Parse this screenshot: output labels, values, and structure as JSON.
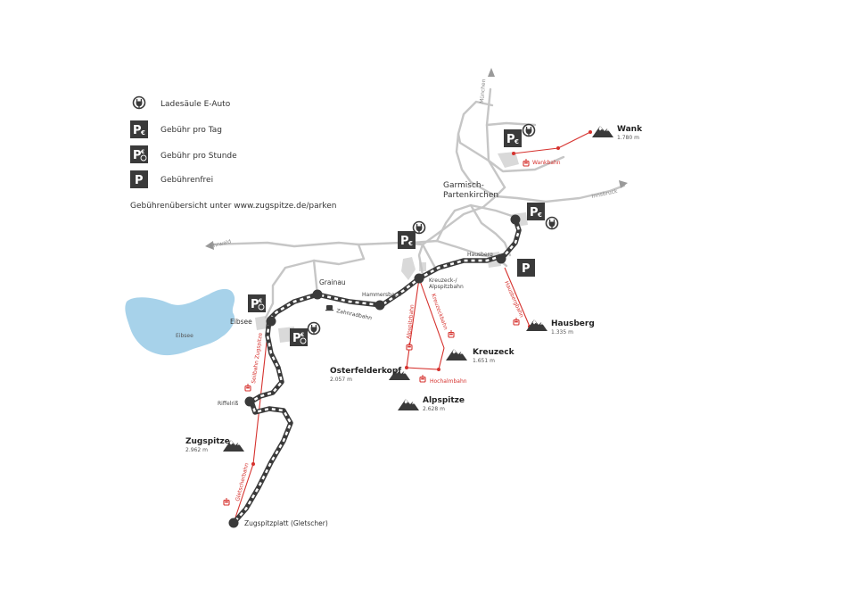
{
  "legend": {
    "charging": "Ladesäule E-Auto",
    "fee_day": "Gebühr pro Tag",
    "fee_hour": "Gebühr pro Stunde",
    "free": "Gebührenfrei",
    "fees_note": "Gebührenübersicht unter www.zugspitze.de/parken"
  },
  "icons": {
    "parking_letter": "P",
    "euro_sign": "€",
    "charging": "plug-icon",
    "clock": "clock-icon",
    "mountain": "mountain-icon",
    "gondola": "gondola-icon"
  },
  "colors": {
    "rail": "#3a3a3a",
    "cable_car": "#d6322e",
    "road": "#c6c6c6",
    "lake": "#a7d2ea",
    "parking": "#3a3a3a",
    "town": "#d9d9d9"
  },
  "places": {
    "garmisch_line1": "Garmisch-",
    "garmisch_line2": "Partenkirchen",
    "grainau": "Grainau",
    "eibsee": "Eibsee",
    "eibsee_lake": "Eibsee",
    "hammersbach": "Hammersbach",
    "kreuzeck_station_line1": "Kreuzeck-/",
    "kreuzeck_station_line2": "Alpspitzbahn",
    "hausberg_station": "Hausberg",
    "riffelriss": "Riffelriß",
    "zugspitzplatt": "Zugspitzplatt (Gletscher)"
  },
  "roads": {
    "muenchen": "München",
    "innsbruck": "Innsbruck",
    "ehrwald": "Ehrwald"
  },
  "rail": {
    "zahnradbahn": "Zahnradbahn"
  },
  "cable_cars": {
    "wankbahn": "Wankbahn",
    "seilbahn_zugspitze": "Seilbahn Zugspitze",
    "gletscherbahn": "Gletscherbahn",
    "alpspitzbahn": "Alpspitzbahn",
    "kreuzeckbahn": "Kreuzeckbahn",
    "hochalmbahn": "Hochalmbahn",
    "hausbergbahn": "Hausbergbahn"
  },
  "peaks": {
    "wank": {
      "name": "Wank",
      "elevation": "1.780 m"
    },
    "hausberg": {
      "name": "Hausberg",
      "elevation": "1.335 m"
    },
    "kreuzeck": {
      "name": "Kreuzeck",
      "elevation": "1.651 m"
    },
    "osterfelderkopf": {
      "name": "Osterfelderkopf",
      "elevation": "2.057 m"
    },
    "alpspitze": {
      "name": "Alpspitze",
      "elevation": "2.628 m"
    },
    "zugspitze": {
      "name": "Zugspitze",
      "elevation": "2.962 m"
    }
  }
}
